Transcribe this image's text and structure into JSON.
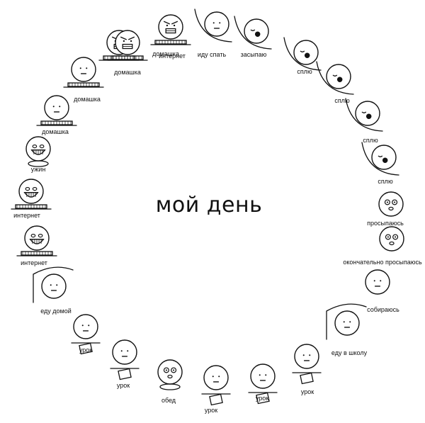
{
  "title": "мой день",
  "colors": {
    "ink": "#111111",
    "background": "#ffffff"
  },
  "panels": [
    {
      "label": "интернет",
      "icon": "troll-face-at-computer-icon"
    },
    {
      "label": "иду спать",
      "icon": "walking-to-bed-icon"
    },
    {
      "label": "засыпаю",
      "icon": "falling-asleep-in-bed-icon"
    },
    {
      "label": "сплю",
      "icon": "sleeping-in-bed-icon"
    },
    {
      "label": "сплю",
      "icon": "sleeping-in-bed-icon"
    },
    {
      "label": "сплю",
      "icon": "sleeping-in-bed-icon"
    },
    {
      "label": "сплю",
      "icon": "sleeping-in-bed-icon"
    },
    {
      "label": "просыпаюсь",
      "icon": "waking-up-icon"
    },
    {
      "label": "окончательно просыпаюсь",
      "icon": "fully-awake-icon"
    },
    {
      "label": "собираюсь",
      "icon": "brushing-teeth-icon"
    },
    {
      "label": "еду в школу",
      "icon": "bus-ride-icon"
    },
    {
      "label": "урок",
      "icon": "lesson-desk-icon"
    },
    {
      "label": "урок",
      "icon": "lesson-desk-icon"
    },
    {
      "label": "урок",
      "icon": "lesson-desk-icon"
    },
    {
      "label": "обед",
      "icon": "lunch-icon"
    },
    {
      "label": "урок",
      "icon": "lesson-desk-icon"
    },
    {
      "label": "урок",
      "icon": "lesson-desk-icon"
    },
    {
      "label": "еду домой",
      "icon": "bus-ride-home-icon"
    },
    {
      "label": "интернет",
      "icon": "laughing-at-computer-icon"
    },
    {
      "label": "интернет",
      "icon": "excited-at-computer-icon"
    },
    {
      "label": "ужин",
      "icon": "dinner-icon"
    },
    {
      "label": "домашка",
      "icon": "homework-icon"
    },
    {
      "label": "домашка",
      "icon": "homework-icon"
    },
    {
      "label": "домашка",
      "icon": "angry-homework-icon"
    },
    {
      "label": "домашка",
      "icon": "rage-homework-icon"
    }
  ]
}
